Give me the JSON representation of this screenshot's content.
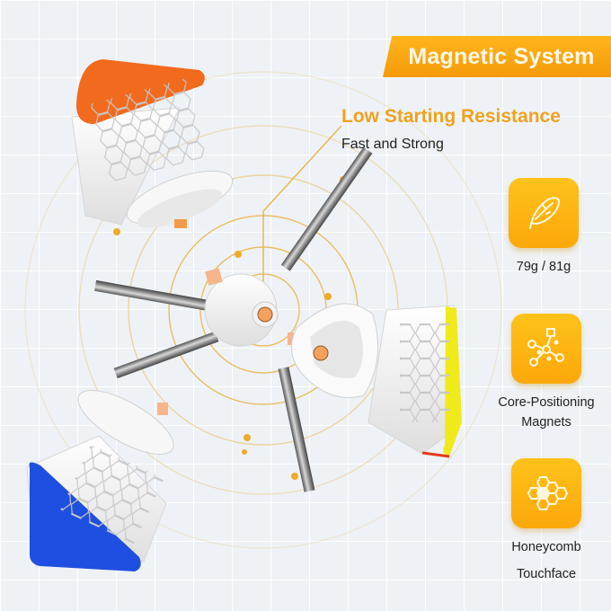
{
  "banner": {
    "title": "Magnetic System"
  },
  "headline": {
    "title": "Low Starting Resistance",
    "subtitle": "Fast and Strong"
  },
  "features": [
    {
      "icon": "feather-icon",
      "label_lines": [
        "79g / 81g"
      ]
    },
    {
      "icon": "molecule-icon",
      "label_lines": [
        "Core-Positioning",
        "Magnets"
      ]
    },
    {
      "icon": "honeycomb-icon",
      "label_lines": [
        "Honeycomb",
        "Touchface"
      ]
    }
  ],
  "colors": {
    "accent_orange": "#f59a0a",
    "icon_yellow": "#fdb414",
    "headline_gold": "#f0a21e",
    "cube_orange": "#f26a1e",
    "cube_blue": "#1f4fe0",
    "cube_yellow": "#f0ea1a",
    "ring_gold": "#e9b44a"
  },
  "illustration": {
    "description": "Exploded view of magnetic speed cube core with pieces",
    "pieces": [
      "orange-corner-piece",
      "blue-corner-piece",
      "yellow-corner-piece",
      "center-core",
      "metal-rods"
    ]
  }
}
